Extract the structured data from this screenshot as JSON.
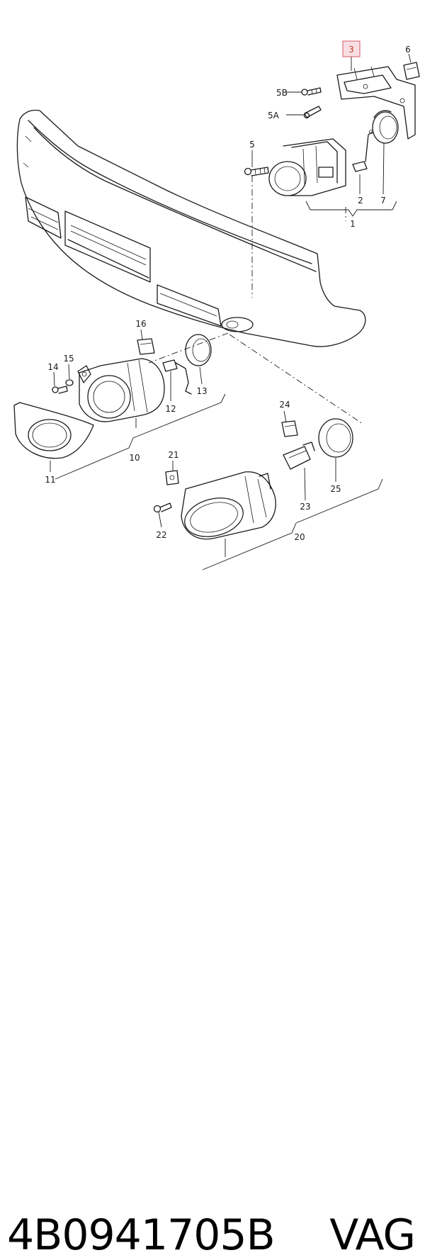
{
  "diagram": {
    "callouts": [
      {
        "id": "c3",
        "label": "3",
        "highlighted": true
      },
      {
        "id": "c6",
        "label": "6"
      },
      {
        "id": "c5b",
        "label": "5B"
      },
      {
        "id": "c5a",
        "label": "5A"
      },
      {
        "id": "c5",
        "label": "5"
      },
      {
        "id": "c2",
        "label": "2"
      },
      {
        "id": "c7",
        "label": "7"
      },
      {
        "id": "c1",
        "label": "1"
      },
      {
        "id": "c16",
        "label": "16"
      },
      {
        "id": "c15",
        "label": "15"
      },
      {
        "id": "c14",
        "label": "14"
      },
      {
        "id": "c13",
        "label": "13"
      },
      {
        "id": "c12",
        "label": "12"
      },
      {
        "id": "c10",
        "label": "10"
      },
      {
        "id": "c11",
        "label": "11"
      },
      {
        "id": "c24",
        "label": "24"
      },
      {
        "id": "c21",
        "label": "21"
      },
      {
        "id": "c25",
        "label": "25"
      },
      {
        "id": "c23",
        "label": "23"
      },
      {
        "id": "c22",
        "label": "22"
      },
      {
        "id": "c20",
        "label": "20"
      }
    ],
    "colors": {
      "line": "#1a1a1a",
      "highlight_fill": "#f9dfe3",
      "highlight_stroke": "#d9576b",
      "highlight_text": "#c0392b"
    }
  },
  "caption": {
    "part_number": "4B0941705B",
    "brand": "VAG"
  }
}
